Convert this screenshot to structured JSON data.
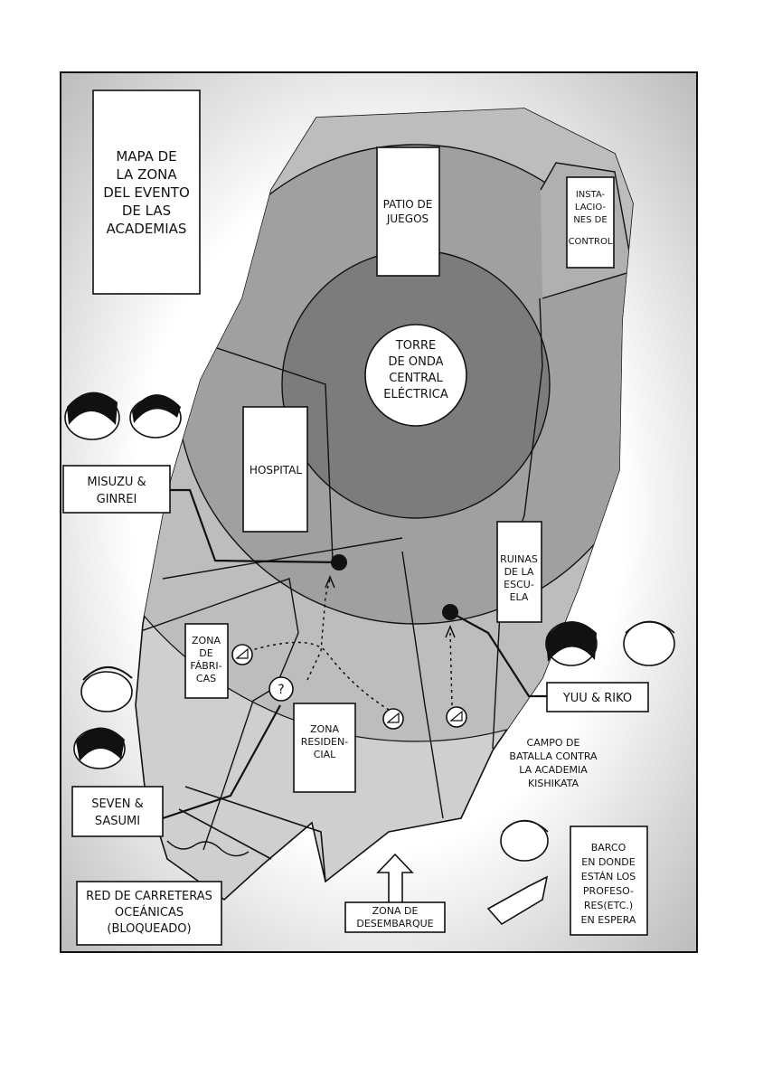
{
  "title": [
    "MAPA DE",
    "LA ZONA",
    "DEL EVENTO",
    "DE LAS",
    "ACADEMIAS"
  ],
  "labels": {
    "patio": [
      "PATIO DE",
      "JUEGOS"
    ],
    "control": [
      "INSTA-",
      "LACIO-",
      "NES DE",
      "CONTROL"
    ],
    "tower": [
      "TORRE",
      "DE ONDA",
      "CENTRAL",
      "ELÉCTRICA"
    ],
    "hospital": [
      "HOSPITAL"
    ],
    "ruinas": [
      "RUINAS",
      "DE LA",
      "ESCU-",
      "ELA"
    ],
    "fabricas": [
      "ZONA",
      "DE",
      "FÁBRI-",
      "CAS"
    ],
    "residencial": [
      "ZONA",
      "RESIDEN-",
      "CIAL"
    ],
    "campo": [
      "CAMPO DE",
      "BATALLA CONTRA",
      "LA ACADEMIA",
      "KISHIKATA"
    ],
    "barco": [
      "BARCO",
      "EN DONDE",
      "ESTÁN LOS",
      "PROFESO-",
      "RES(ETC.)",
      "EN ESPERA"
    ],
    "red": [
      "RED DE CARRETERAS",
      "OCEÁNICAS",
      "(BLOQUEADO)"
    ],
    "desembarque": [
      "ZONA DE",
      "DESEMBARQUE"
    ]
  },
  "characters": {
    "misuzu": [
      "MISUZU &",
      "GINREI"
    ],
    "yuu": [
      "YUU & RIKO"
    ],
    "seven": [
      "SEVEN &",
      "SASUMI"
    ]
  },
  "markers": {
    "question": "?"
  },
  "colors": {
    "land_light": "#cfcfcf",
    "land_mid": "#b4b4b4",
    "ring_outer": "#9a9a9a",
    "ring_inner": "#7a7a7a",
    "ink": "#111111",
    "paper": "#ffffff"
  }
}
